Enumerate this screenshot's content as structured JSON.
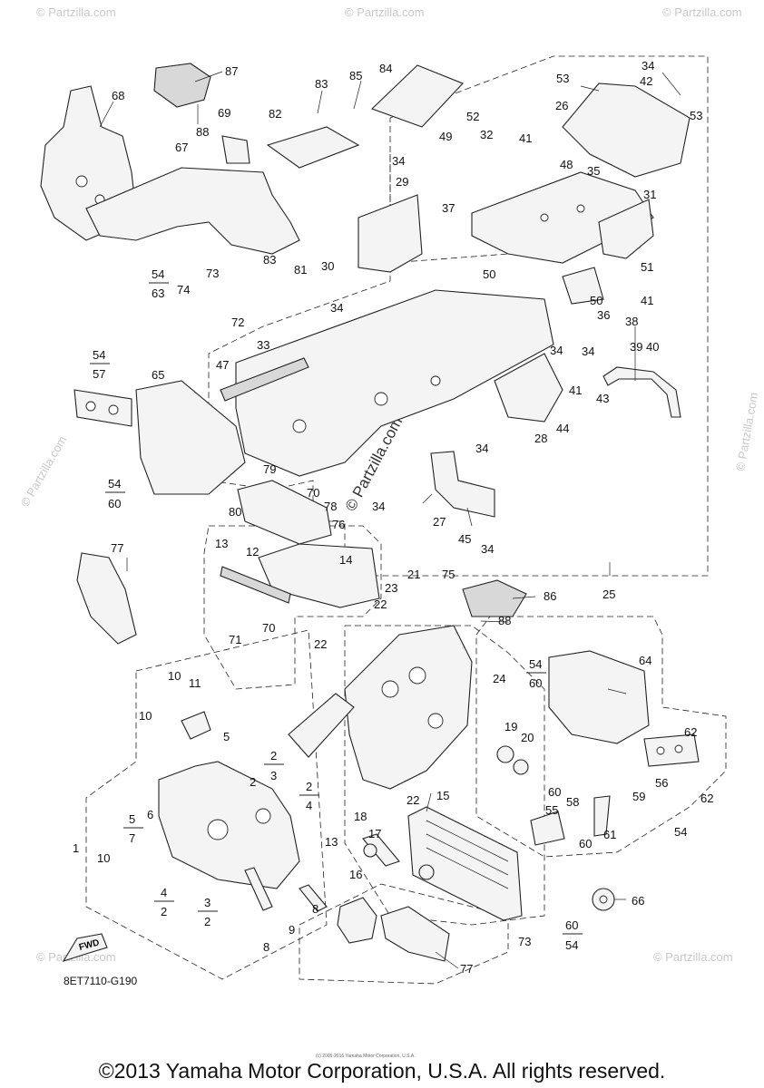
{
  "callouts": [
    {
      "id": "c1",
      "text": "87"
    },
    {
      "id": "c2",
      "text": "68"
    },
    {
      "id": "c3",
      "text": "88"
    },
    {
      "id": "c4",
      "text": "69"
    },
    {
      "id": "c5",
      "text": "82"
    },
    {
      "id": "c6",
      "text": "83"
    },
    {
      "id": "c7",
      "text": "85"
    },
    {
      "id": "c8",
      "text": "84"
    },
    {
      "id": "c9",
      "text": "53"
    },
    {
      "id": "c10",
      "text": "34"
    },
    {
      "id": "c11",
      "text": "42"
    },
    {
      "id": "c12",
      "text": "53"
    },
    {
      "id": "c13",
      "text": "52"
    },
    {
      "id": "c14",
      "text": "26"
    },
    {
      "id": "c15",
      "text": "49"
    },
    {
      "id": "c16",
      "text": "32"
    },
    {
      "id": "c17",
      "text": "41"
    },
    {
      "id": "c18",
      "text": "48"
    },
    {
      "id": "c19",
      "text": "67"
    },
    {
      "id": "c20",
      "text": "34"
    },
    {
      "id": "c21",
      "text": "35"
    },
    {
      "id": "c22",
      "text": "31"
    },
    {
      "id": "c23",
      "text": "29"
    },
    {
      "id": "c24",
      "text": "37"
    },
    {
      "id": "c25",
      "text": "50"
    },
    {
      "id": "c26",
      "text": "51"
    },
    {
      "id": "c27",
      "text": "74"
    },
    {
      "id": "c28",
      "text": "73"
    },
    {
      "id": "c29",
      "text": "83"
    },
    {
      "id": "c30",
      "text": "81"
    },
    {
      "id": "c31",
      "text": "30"
    },
    {
      "id": "c32",
      "text": "34"
    },
    {
      "id": "c33",
      "text": "50"
    },
    {
      "id": "c34",
      "text": "41"
    },
    {
      "id": "c35",
      "text": "72"
    },
    {
      "id": "c36",
      "text": "36"
    },
    {
      "id": "c37",
      "text": "38"
    },
    {
      "id": "c38",
      "text": "39"
    },
    {
      "id": "c39",
      "text": "40"
    },
    {
      "id": "c40",
      "text": "34"
    },
    {
      "id": "c41",
      "text": "33"
    },
    {
      "id": "c42",
      "text": "34"
    },
    {
      "id": "c43",
      "text": "47"
    },
    {
      "id": "c44",
      "text": "41"
    },
    {
      "id": "c45",
      "text": "43"
    },
    {
      "id": "c46",
      "text": "65"
    },
    {
      "id": "c47",
      "text": "44"
    },
    {
      "id": "c48",
      "text": "28"
    },
    {
      "id": "c49",
      "text": "34"
    },
    {
      "id": "c50",
      "text": "79"
    },
    {
      "id": "c51",
      "text": "70"
    },
    {
      "id": "c52",
      "text": "78"
    },
    {
      "id": "c53",
      "text": "80"
    },
    {
      "id": "c54",
      "text": "76"
    },
    {
      "id": "c55",
      "text": "34"
    },
    {
      "id": "c56",
      "text": "27"
    },
    {
      "id": "c57",
      "text": "45"
    },
    {
      "id": "c58",
      "text": "34"
    },
    {
      "id": "c59",
      "text": "77"
    },
    {
      "id": "c60",
      "text": "13"
    },
    {
      "id": "c61",
      "text": "12"
    },
    {
      "id": "c62",
      "text": "14"
    },
    {
      "id": "c63",
      "text": "21"
    },
    {
      "id": "c64",
      "text": "75"
    },
    {
      "id": "c65",
      "text": "23"
    },
    {
      "id": "c66",
      "text": "86"
    },
    {
      "id": "c67",
      "text": "22"
    },
    {
      "id": "c68",
      "text": "88"
    },
    {
      "id": "c69",
      "text": "25"
    },
    {
      "id": "c70",
      "text": "70"
    },
    {
      "id": "c71",
      "text": "71"
    },
    {
      "id": "c72",
      "text": "22"
    },
    {
      "id": "c73",
      "text": "64"
    },
    {
      "id": "c74",
      "text": "10"
    },
    {
      "id": "c75",
      "text": "11"
    },
    {
      "id": "c76",
      "text": "24"
    },
    {
      "id": "c77",
      "text": "10"
    },
    {
      "id": "c78",
      "text": "19"
    },
    {
      "id": "c79",
      "text": "20"
    },
    {
      "id": "c80",
      "text": "5"
    },
    {
      "id": "c81",
      "text": "62"
    },
    {
      "id": "c82",
      "text": "56"
    },
    {
      "id": "c83",
      "text": "1"
    },
    {
      "id": "c84",
      "text": "2"
    },
    {
      "id": "c85",
      "text": "60"
    },
    {
      "id": "c86",
      "text": "59"
    },
    {
      "id": "c87",
      "text": "55"
    },
    {
      "id": "c88",
      "text": "58"
    },
    {
      "id": "c89",
      "text": "62"
    },
    {
      "id": "c90",
      "text": "15"
    },
    {
      "id": "c91",
      "text": "22"
    },
    {
      "id": "c92",
      "text": "6"
    },
    {
      "id": "c93",
      "text": "61"
    },
    {
      "id": "c94",
      "text": "54"
    },
    {
      "id": "c95",
      "text": "60"
    },
    {
      "id": "c96",
      "text": "18"
    },
    {
      "id": "c97",
      "text": "17"
    },
    {
      "id": "c98",
      "text": "13"
    },
    {
      "id": "c99",
      "text": "16"
    },
    {
      "id": "c100",
      "text": "10"
    },
    {
      "id": "c101",
      "text": "66"
    },
    {
      "id": "c102",
      "text": "8"
    },
    {
      "id": "c103",
      "text": "9"
    },
    {
      "id": "c104",
      "text": "73"
    },
    {
      "id": "c105",
      "text": "8"
    },
    {
      "id": "c106",
      "text": "77"
    }
  ],
  "fractions": [
    {
      "id": "f1",
      "num": "54",
      "den": "63"
    },
    {
      "id": "f2",
      "num": "54",
      "den": "57"
    },
    {
      "id": "f3",
      "num": "54",
      "den": "60"
    },
    {
      "id": "f4",
      "num": "54",
      "den": "60"
    },
    {
      "id": "f5",
      "num": "2",
      "den": "3"
    },
    {
      "id": "f6",
      "num": "2",
      "den": "4"
    },
    {
      "id": "f7",
      "num": "5",
      "den": "7"
    },
    {
      "id": "f8",
      "num": "4",
      "den": "2"
    },
    {
      "id": "f9",
      "num": "3",
      "den": "2"
    },
    {
      "id": "f10",
      "num": "60",
      "den": "54"
    }
  ],
  "fwd_label": "FWD",
  "watermark_text": "© Partzilla.com",
  "diagram_code": "8ET7110-G190",
  "tiny_credit": "(c) 2005-2016 Yamaha Motor Corporation, U.S.A.",
  "copyright": "©2013 Yamaha Motor Corporation, U.S.A. All rights reserved.",
  "colors": {
    "line": "#222222",
    "background": "#ffffff",
    "watermark": "#c9c9c9"
  }
}
